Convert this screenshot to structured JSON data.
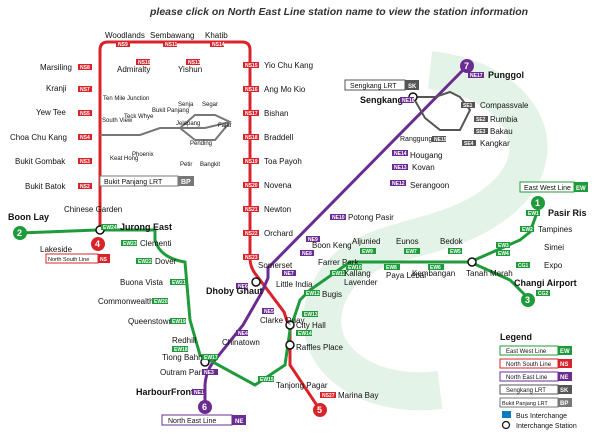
{
  "header": {
    "instruction": "please click on North East Line station name to view the station information"
  },
  "colors": {
    "ew": "#1f9b3b",
    "ns": "#d8232a",
    "ne": "#6a2c91",
    "sk": "#555555",
    "bp": "#777777"
  },
  "lines": {
    "ew_label": "East West Line",
    "ew_code": "EW",
    "ns_label": "North South Line",
    "ns_code": "NS",
    "ne_label": "North East Line",
    "ne_code": "NE",
    "sk_label": "Sengkang LRT",
    "sk_code": "SK",
    "bp_label": "Bukit Panjang LRT",
    "bp_code": "BP"
  },
  "legend": {
    "title": "Legend",
    "items": [
      {
        "label": "East West Line",
        "code": "EW"
      },
      {
        "label": "North South Line",
        "code": "NS"
      },
      {
        "label": "North East Line",
        "code": "NE"
      },
      {
        "label": "Sengkang LRT",
        "code": "SK"
      },
      {
        "label": "Bukit Panjang LRT",
        "code": "BP"
      }
    ],
    "bus_label": "Bus Interchange",
    "interchange_label": "Interchange Station"
  },
  "stations": {
    "woodlands": "Woodlands",
    "woodlands_code": "NS9",
    "sembawang": "Sembawang",
    "sembawang_code": "NS11",
    "khatib": "Khatib",
    "khatib_code": "NS14",
    "admiralty": "Admiralty",
    "admiralty_code": "NS10",
    "yishun": "Yishun",
    "yishun_code": "NS13",
    "marsiling": "Marsiling",
    "marsiling_code": "NS8",
    "kranji": "Kranji",
    "kranji_code": "NS7",
    "yew_tee": "Yew Tee",
    "yew_tee_code": "NS5",
    "choa_chu_kang": "Choa Chu Kang",
    "choa_chu_kang_code": "NS4",
    "bukit_gombak": "Bukit Gombak",
    "bukit_gombak_code": "NS3",
    "bukit_batok": "Bukit Batok",
    "bukit_batok_code": "NS2",
    "yio_chu_kang": "Yio Chu Kang",
    "yio_chu_kang_code": "NS15",
    "ang_mo_kio": "Ang Mo Kio",
    "ang_mo_kio_code": "NS16",
    "bishan": "Bishan",
    "bishan_code": "NS17",
    "braddell": "Braddell",
    "braddell_code": "NS18",
    "toa_payoh": "Toa Payoh",
    "toa_payoh_code": "NS19",
    "novena": "Novena",
    "novena_code": "NS20",
    "newton": "Newton",
    "newton_code": "NS21",
    "orchard": "Orchard",
    "orchard_code": "NS22",
    "somerset": "Somerset",
    "somerset_code": "NS23",
    "dhoby_ghaut": "Dhoby Ghaut",
    "dhoby_ghaut_code": "NE6",
    "ten_mile_junction": "Ten Mile Junction",
    "south_view": "South View",
    "teck_whye": "Teck Whye",
    "keat_hong": "Keat Hong",
    "phoenix": "Phoenix",
    "bukit_panjang": "Bukit Panjang",
    "senja": "Senja",
    "jelapang": "Jelapang",
    "segar": "Segar",
    "fajar": "Fajar",
    "pending": "Pending",
    "petir": "Petir",
    "bangkit": "Bangkit",
    "boon_lay": "Boon Lay",
    "chinese_garden": "Chinese Garden",
    "lakeside": "Lakeside",
    "jurong_east": "Jurong East",
    "jurong_east_code": "EW24",
    "clementi": "Clementi",
    "clementi_code": "EW23",
    "dover": "Dover",
    "dover_code": "EW22",
    "buona_vista": "Buona Vista",
    "buona_vista_code": "EW21",
    "commonwealth": "Commonwealth",
    "commonwealth_code": "EW20",
    "queenstown": "Queenstown",
    "queenstown_code": "EW19",
    "redhill": "Redhill",
    "redhill_code": "EW18",
    "tiong_bahru": "Tiong Bahru",
    "tiong_bahru_code": "EW17",
    "outram_park": "Outram Park",
    "outram_park_code": "NE3",
    "harbourfront": "HarbourFront",
    "harbourfront_code": "NE1",
    "chinatown": "Chinatown",
    "chinatown_code": "NE4",
    "clarke_quay": "Clarke Quay",
    "clarke_quay_code": "NE5",
    "little_india": "Little India",
    "little_india_code": "NE7",
    "farrer_park": "Farrer Park",
    "farrer_park_code": "NE8",
    "boon_keng": "Boon Keng",
    "boon_keng_code": "NE9",
    "potong_pasir": "Potong Pasir",
    "potong_pasir_code": "NE10",
    "serangoon": "Serangoon",
    "serangoon_code": "NE12",
    "kovan": "Kovan",
    "kovan_code": "NE13",
    "hougang": "Hougang",
    "hougang_code": "NE14",
    "ranggung": "Ranggung",
    "ranggung_code": "NE15",
    "sengkang": "Sengkang",
    "sengkang_code": "NE16",
    "punggol": "Punggol",
    "punggol_code": "NE17",
    "compassvale": "Compassvale",
    "compassvale_code": "SE1",
    "rumbia": "Rumbia",
    "rumbia_code": "SE2",
    "bakau": "Bakau",
    "bakau_code": "SE3",
    "kangkar": "Kangkar",
    "kangkar_code": "SE4",
    "bugis": "Bugis",
    "bugis_code": "EW12",
    "city_hall": "City Hall",
    "city_hall_code": "EW13",
    "raffles_place": "Raffles Place",
    "raffles_place_code": "EW14",
    "tanjong_pagar": "Tanjong Pagar",
    "tanjong_pagar_code": "EW15",
    "marina_bay": "Marina Bay",
    "marina_bay_code": "NS27",
    "lavender": "Lavender",
    "lavender_code": "EW11",
    "kallang": "Kallang",
    "kallang_code": "EW10",
    "aljunied": "Aljunied",
    "aljunied_code": "EW9",
    "paya_lebar": "Paya Lebar",
    "paya_lebar_code": "EW8",
    "eunos": "Eunos",
    "eunos_code": "EW7",
    "kembangan": "Kembangan",
    "kembangan_code": "EW6",
    "bedok": "Bedok",
    "bedok_code": "EW5",
    "tanah_merah": "Tanah Merah",
    "tanah_merah_code": "EW4",
    "simei": "Simei",
    "simei_code": "EW3",
    "tampines": "Tampines",
    "tampines_code": "EW2",
    "pasir_ris": "Pasir Ris",
    "pasir_ris_code": "EW1",
    "expo": "Expo",
    "expo_code": "CG1",
    "changi_airport": "Changi Airport",
    "changi_airport_code": "CG2"
  },
  "interchange_numbers": {
    "one": "1",
    "two": "2",
    "three": "3",
    "four": "4",
    "five": "5",
    "six": "6",
    "seven": "7"
  }
}
